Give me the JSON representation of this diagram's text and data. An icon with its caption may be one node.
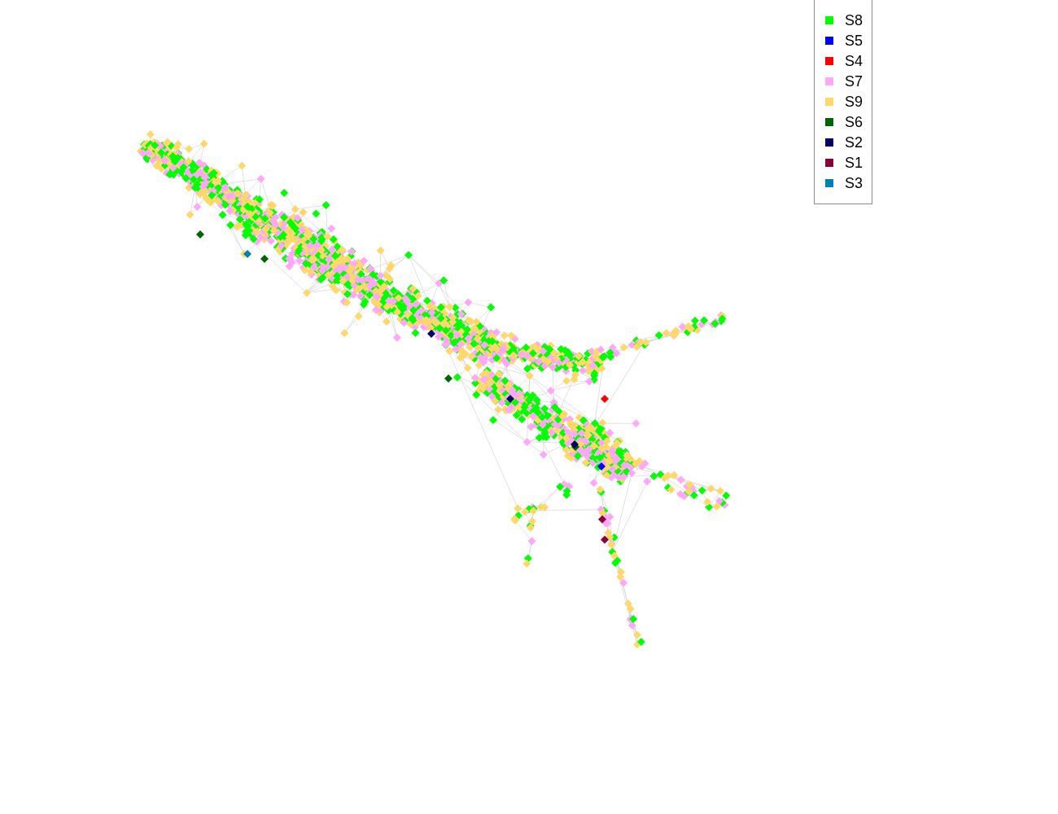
{
  "diagram": {
    "legend": [
      {
        "text": "S8",
        "color": "#00ff00"
      },
      {
        "text": "S5",
        "color": "#0000ff"
      },
      {
        "text": "S4",
        "color": "#ff0000"
      },
      {
        "text": "S7",
        "color": "#ffa8f8"
      },
      {
        "text": "S9",
        "color": "#ffd86c"
      },
      {
        "text": "S6",
        "color": "#006400"
      },
      {
        "text": "S2",
        "color": "#000066"
      },
      {
        "text": "S1",
        "color": "#8b0036"
      },
      {
        "text": "S3",
        "color": "#0080b4"
      }
    ]
  }
}
